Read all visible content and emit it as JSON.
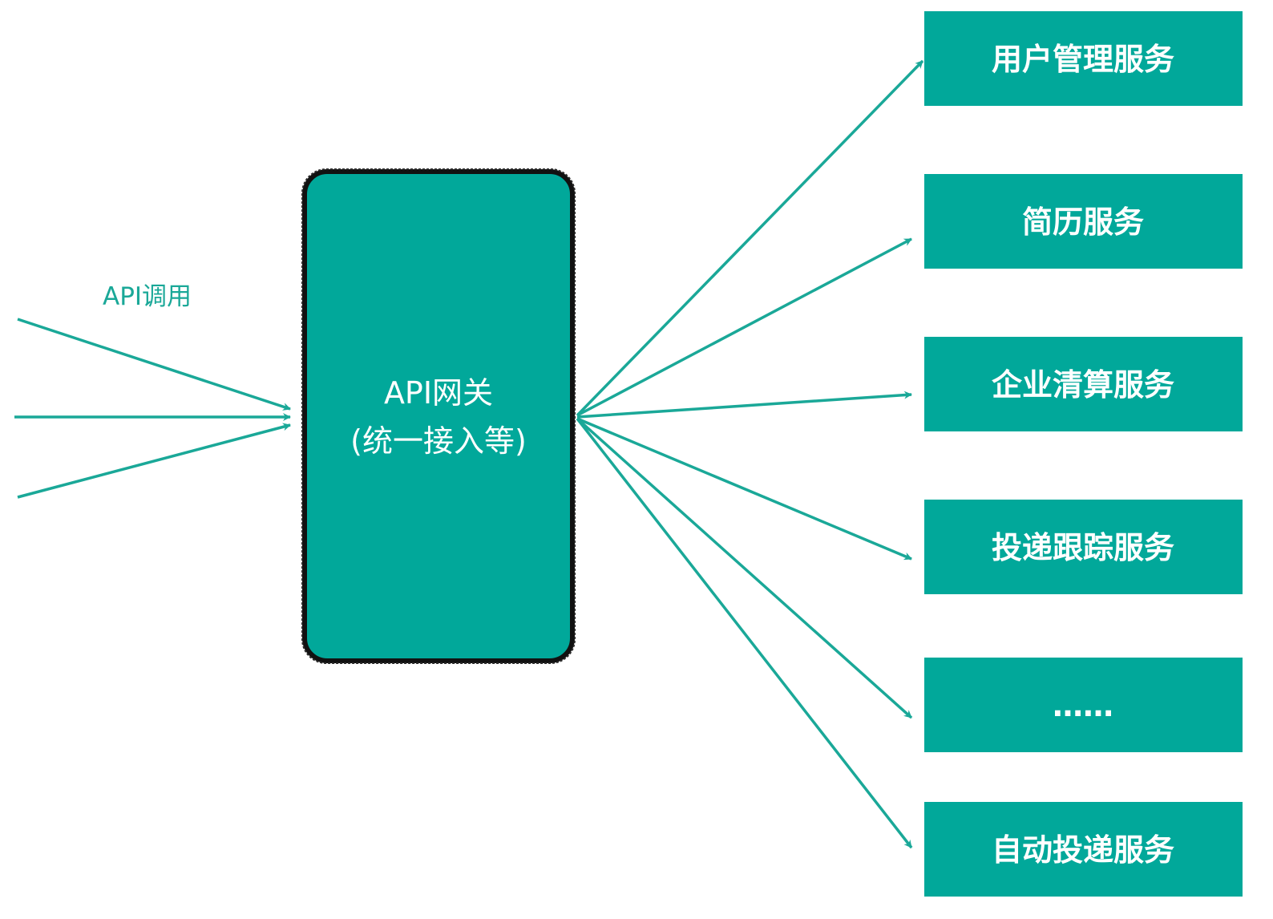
{
  "colors": {
    "box_fill": "#01a89a",
    "gateway_fill": "#01a89a",
    "gateway_border": "#111111",
    "arrow": "#1aa898",
    "label_text": "#1aa898",
    "box_text": "#ffffff"
  },
  "incoming": {
    "label": "API调用"
  },
  "gateway": {
    "title": "API网关",
    "subtitle": "(统一接入等)"
  },
  "services": [
    {
      "label": "用户管理服务"
    },
    {
      "label": "简历服务"
    },
    {
      "label": "企业清算服务"
    },
    {
      "label": "投递跟踪服务"
    },
    {
      "label": "……"
    },
    {
      "label": "自动投递服务"
    }
  ]
}
